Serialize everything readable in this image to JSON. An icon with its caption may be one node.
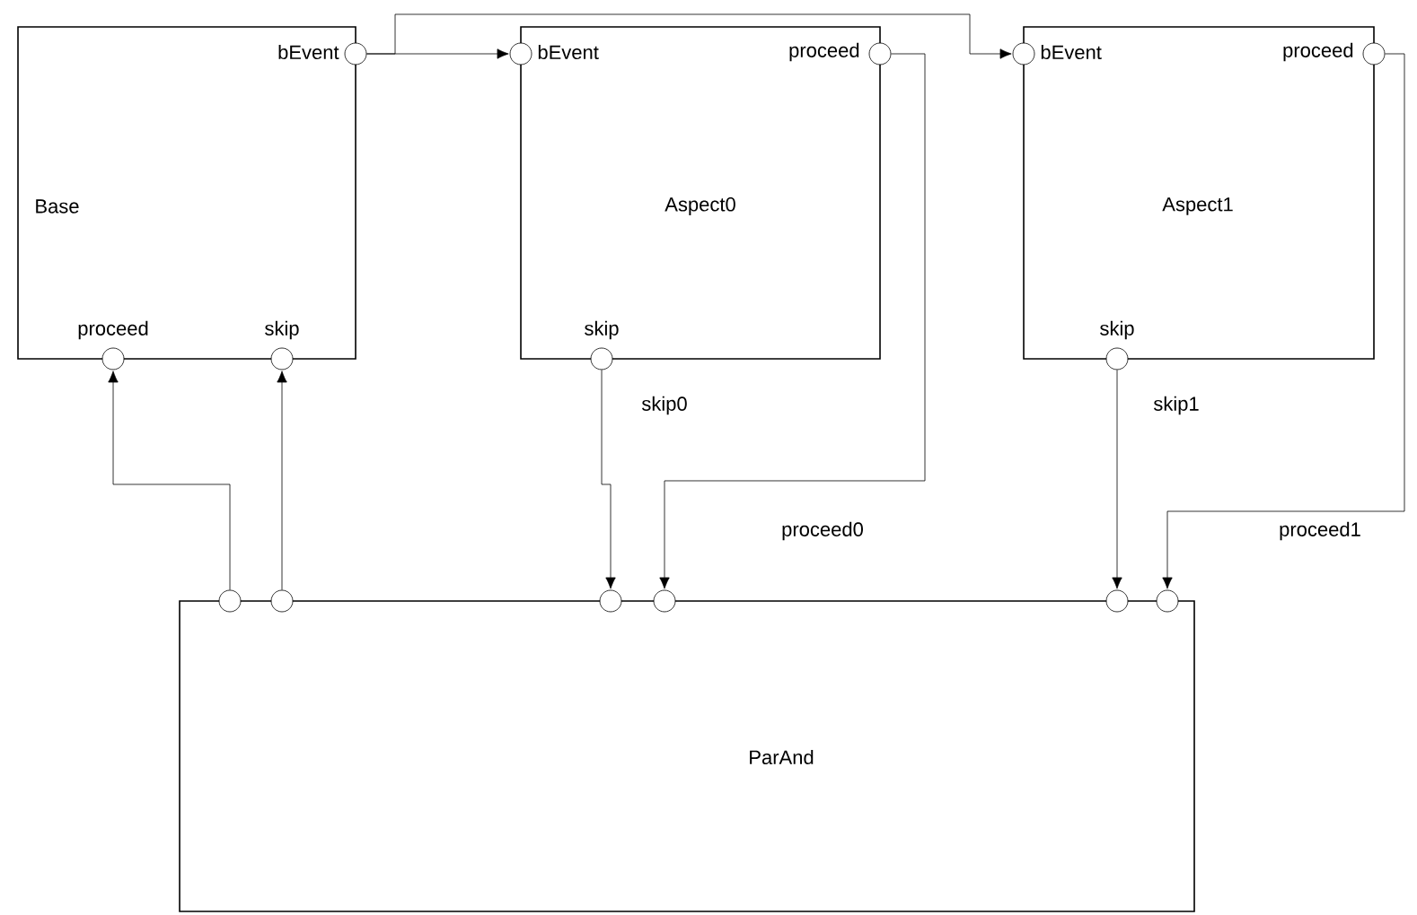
{
  "diagram": {
    "nodes": [
      {
        "text": [
          "Base"
        ]
      },
      {
        "text": [],
        "shape": "circle",
        "beside": [
          "bEvent"
        ]
      },
      {
        "text": [],
        "shape": "circle",
        "beside": [
          "proceed"
        ]
      },
      {
        "text": [],
        "shape": "circle",
        "beside": [
          "skip"
        ]
      },
      {
        "text": [
          "Aspect0"
        ]
      },
      {
        "text": [],
        "shape": "circle",
        "beside": [
          "bEvent"
        ]
      },
      {
        "text": [],
        "shape": "circle",
        "beside": [
          "proceed"
        ]
      },
      {
        "text": [],
        "shape": "circle",
        "beside": [
          "skip"
        ]
      },
      {
        "text": [
          "Aspect1"
        ]
      },
      {
        "text": [],
        "shape": "circle",
        "beside": [
          "bEvent"
        ]
      },
      {
        "text": [],
        "shape": "circle",
        "beside": [
          "proceed"
        ]
      },
      {
        "text": [],
        "shape": "circle",
        "beside": [
          "skip"
        ]
      },
      {
        "text": [
          "ParAnd"
        ]
      },
      {
        "text": [],
        "shape": "circle"
      },
      {
        "text": [],
        "shape": "circle"
      },
      {
        "text": [],
        "shape": "circle"
      },
      {
        "text": [],
        "shape": "circle"
      },
      {
        "text": [],
        "shape": "circle"
      },
      {
        "text": [],
        "shape": "circle"
      }
    ],
    "edges": [
      {
        "from": 1,
        "to": 5,
        "arrow": "to"
      },
      {
        "from": 1,
        "to": 9,
        "arrow": "to"
      },
      {
        "from": 13,
        "to": 2,
        "arrow": "to"
      },
      {
        "from": 14,
        "to": 3,
        "arrow": "to"
      },
      {
        "from": 7,
        "to": 15,
        "arrow": "to",
        "label": "skip0"
      },
      {
        "from": 6,
        "to": 16,
        "arrow": "to",
        "label": "proceed0"
      },
      {
        "from": 11,
        "to": 17,
        "arrow": "to",
        "label": "skip1"
      },
      {
        "from": 10,
        "to": 18,
        "arrow": "to",
        "label": "proceed1"
      }
    ]
  }
}
